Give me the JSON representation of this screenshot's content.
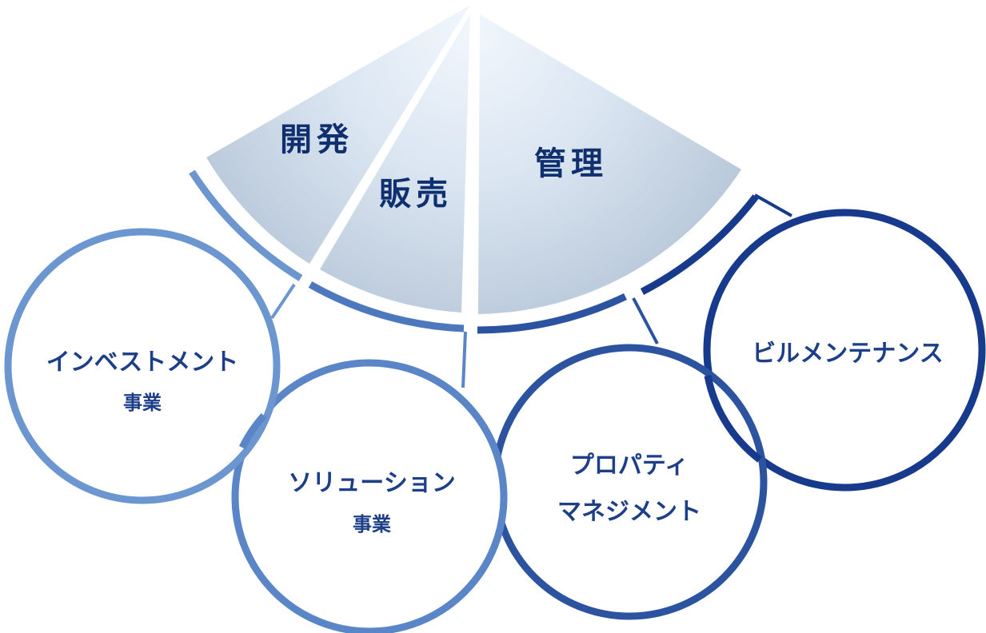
{
  "fan": {
    "segments": [
      {
        "id": "kaihatsu",
        "label": "開発"
      },
      {
        "id": "hanbai",
        "label": "販売"
      },
      {
        "id": "kanri",
        "label": "管理"
      }
    ]
  },
  "circles": [
    {
      "id": "investment",
      "line1": "インベストメント",
      "line2": "事業",
      "color": "#6b96cf"
    },
    {
      "id": "solution",
      "line1": "ソリューション",
      "line2": "事業",
      "color": "#5a85c6"
    },
    {
      "id": "property",
      "line1": "プロパティ",
      "line2": "マネジメント",
      "color": "#2c53a0"
    },
    {
      "id": "building",
      "line1": "ビルメンテナンス",
      "line2": "",
      "color": "#173a8c"
    }
  ],
  "colors": {
    "fan_fill_light": "#e9f1f9",
    "fan_fill_dark": "#bccad9",
    "text_dark": "#0f2f6e",
    "ring_light": "#6b96cf",
    "ring_mid": "#4d78be",
    "ring_dark": "#173a8c"
  }
}
